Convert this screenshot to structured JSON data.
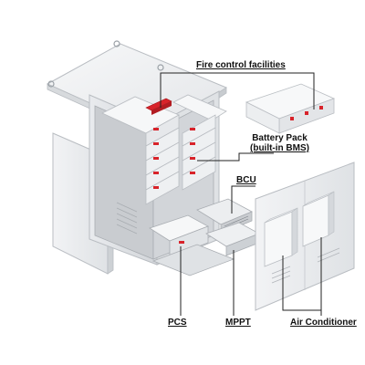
{
  "labels": {
    "fire_control": "Fire control facilities",
    "battery_pack_line1": "Battery Pack",
    "battery_pack_line2": "(built-in BMS)",
    "bcu": "BCU",
    "pcs": "PCS",
    "mppt": "MPPT",
    "air_conditioner": "Air Conditioner"
  },
  "colors": {
    "cabinet": "#eef0f2",
    "cabinet_edge": "#b9bdc2",
    "rack": "#c9ccd0",
    "module": "#f6f7f8",
    "accent_red": "#d8232a",
    "leader": "#222222"
  }
}
